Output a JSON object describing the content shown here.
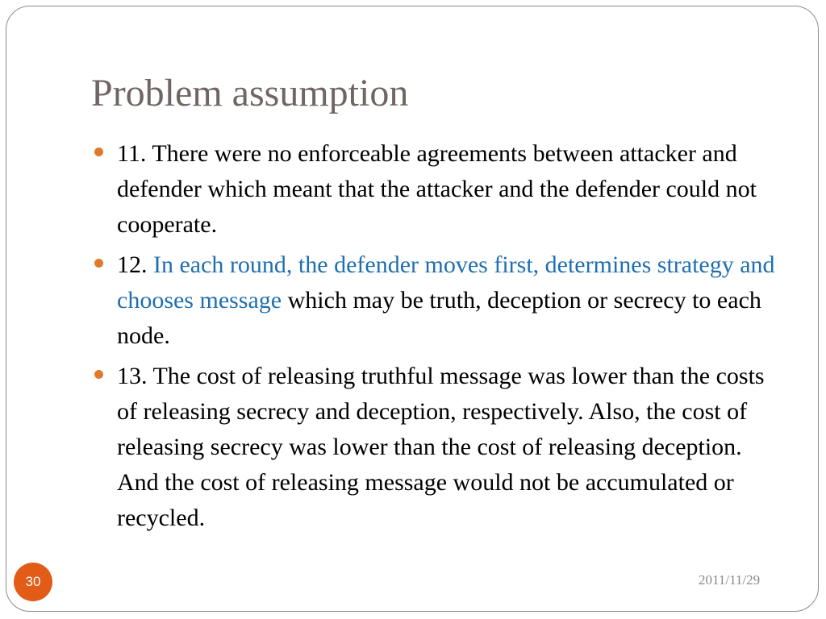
{
  "slide": {
    "title": "Problem assumption",
    "page_number": "30",
    "date": "2011/11/29",
    "accent_color": "#e25b17",
    "highlight_color": "#1f6fb0",
    "bullet_icon": "bullet-dot-icon",
    "bullets": [
      {
        "text": "11. There were no enforceable agreements between attacker and defender which meant that the attacker and the defender could not cooperate."
      },
      {
        "prefix": "12. ",
        "highlight": "In each round, the defender moves first, determines strategy and chooses message",
        "suffix": " which may be truth, deception or secrecy to each node."
      },
      {
        "text": "13. The cost of releasing truthful message was lower than the costs of releasing secrecy and deception, respectively. Also, the cost of releasing secrecy was lower than the cost of releasing deception. And the cost of releasing message would not be accumulated or recycled."
      }
    ]
  }
}
